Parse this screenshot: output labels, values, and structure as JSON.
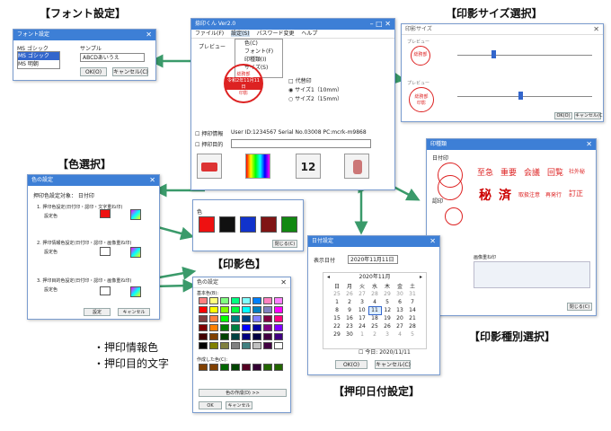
{
  "sections": {
    "font": "【フォント設定】",
    "size": "【印影サイズ選択】",
    "color": "【色選択】",
    "stamp_color": "【印影色】",
    "kind": "【印影種別選択】",
    "date": "【押印日付設定】",
    "notes": [
      "・押印情報色",
      "・押印目的文字"
    ]
  },
  "main": {
    "title": "捺印くん Ver2.0",
    "menu": [
      "ファイル(F)",
      "設定(S)",
      "パスワード変更",
      "ヘルプ"
    ],
    "tab": "プレビュー",
    "dropdown": [
      "色(C)",
      "フォント(F)",
      "印種類(I)",
      "サイズ(S)"
    ],
    "stamp": [
      "総務部",
      "令和2年11月11日",
      "印影"
    ],
    "options": {
      "bg": "□ 代替印",
      "size1": "サイズ1（10mm）",
      "size2": "サイズ2（15mm）"
    },
    "info_check": "押印情報",
    "user": "User ID:1234567  Serial No.03008  PC:mcrk-m9868",
    "purpose_check": "押印目的",
    "calendar_day": "12"
  },
  "font": {
    "title": "フォント設定",
    "label_font": "MS ゴシック",
    "label_sample": "サンプル",
    "fonts": [
      "MS ゴシック",
      "MS 明朝"
    ],
    "sample": "ABCDあいうえ",
    "ok": "OK(O)",
    "cancel": "キャンセル(C)"
  },
  "size": {
    "title": "印影サイズ",
    "groups": [
      "プレビュー",
      "プレビュー"
    ],
    "stamp": [
      "総務部",
      "印影"
    ],
    "ok": "OK(O)",
    "cancel": "キャンセル(C)"
  },
  "color": {
    "title": "色の設定",
    "head": "押印色設定対象：   日付印",
    "rows": [
      "1. 押印色設定(日付印・認印・文字重ね印)",
      "2. 押印情報色設定(日付印・認印・画像重ね印)",
      "3. 押印目的色設定(日付印・認印・画像重ね印)"
    ],
    "sub": "設定色",
    "colors": [
      "#ee1111",
      "#ffffff",
      "#ffffff"
    ],
    "ok": "設定",
    "cancel": "キャンセル"
  },
  "stamp_color": {
    "label": "色",
    "swatches": [
      "#ee1111",
      "#111111",
      "#1133cc",
      "#801515",
      "#118811"
    ],
    "ok": "閉じる(C)"
  },
  "palette": {
    "title": "色の設定",
    "basic": "基本色(B):",
    "custom": "作成した色(C):",
    "more": "色の作成(D) >>",
    "ok": "OK",
    "cancel": "キャンセル",
    "colors": [
      "#ff8080",
      "#ffff80",
      "#80ff80",
      "#00ff80",
      "#80ffff",
      "#0080ff",
      "#ff80c0",
      "#ff80ff",
      "#ff0000",
      "#ffff00",
      "#80ff00",
      "#00ff40",
      "#00ffff",
      "#0080c0",
      "#8080c0",
      "#ff00ff",
      "#804040",
      "#ff8040",
      "#00ff00",
      "#008080",
      "#004080",
      "#8080ff",
      "#800040",
      "#ff0080",
      "#800000",
      "#ff8000",
      "#008000",
      "#008040",
      "#0000ff",
      "#0000a0",
      "#800080",
      "#8000ff",
      "#400000",
      "#804000",
      "#004000",
      "#004040",
      "#000080",
      "#000040",
      "#400040",
      "#400080",
      "#000000",
      "#808000",
      "#808040",
      "#808080",
      "#408080",
      "#c0c0c0",
      "#400040",
      "#ffffff"
    ],
    "customs": [
      "#804000",
      "#804000",
      "#006600",
      "#004400",
      "#550022",
      "#330033",
      "#226600",
      "#226600"
    ]
  },
  "kind": {
    "title": "印種類",
    "date_stamp": "日付印",
    "mitome": "認印",
    "stamps": [
      "至急",
      "重要",
      "会議",
      "回覧",
      "社外秘",
      "秘",
      "済",
      "取扱注意",
      "再発行",
      "訂正"
    ],
    "image": "画像重ね印",
    "ok": "閉じる(C)"
  },
  "date": {
    "title": "日付設定",
    "label": "表示日付",
    "value": "2020年11月11日",
    "month": "2020年11月",
    "weekdays": [
      "日",
      "月",
      "火",
      "水",
      "木",
      "金",
      "土"
    ],
    "weeks": [
      [
        "25",
        "26",
        "27",
        "28",
        "29",
        "30",
        "31"
      ],
      [
        "1",
        "2",
        "3",
        "4",
        "5",
        "6",
        "7"
      ],
      [
        "8",
        "9",
        "10",
        "11",
        "12",
        "13",
        "14"
      ],
      [
        "15",
        "16",
        "17",
        "18",
        "19",
        "20",
        "21"
      ],
      [
        "22",
        "23",
        "24",
        "25",
        "26",
        "27",
        "28"
      ],
      [
        "29",
        "30",
        "1",
        "2",
        "3",
        "4",
        "5"
      ]
    ],
    "today": "今日: 2020/11/11",
    "ok": "OK(O)",
    "cancel": "キャンセル(C)"
  }
}
